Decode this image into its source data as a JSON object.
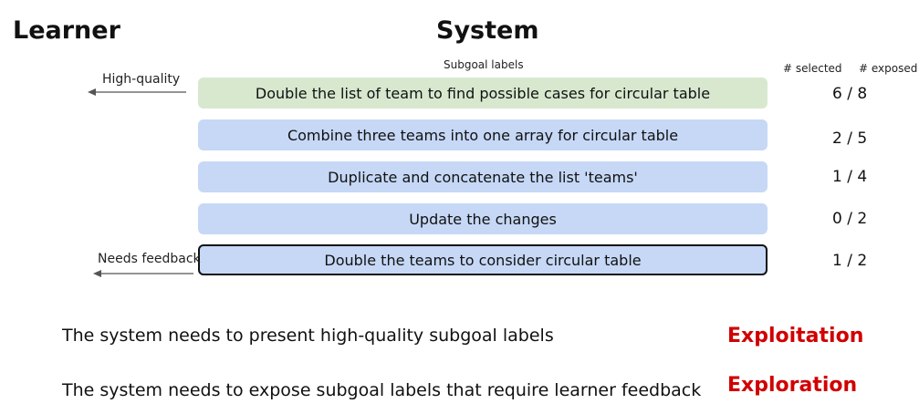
{
  "headings": {
    "learner": "Learner",
    "system": "System"
  },
  "columns": {
    "subgoal_labels": "Subgoal labels",
    "selected": "# selected",
    "exposed": "# exposed"
  },
  "subgoals": [
    {
      "label": "Double the list of team to find possible cases for circular table",
      "count": "6 / 8"
    },
    {
      "label": "Combine three teams into one array for circular table",
      "count": "2 / 5"
    },
    {
      "label": "Duplicate and concatenate the list 'teams'",
      "count": "1 / 4"
    },
    {
      "label": "Update the changes",
      "count": "0 / 2"
    },
    {
      "label": "Double the teams to consider circular table",
      "count": "1 / 2"
    }
  ],
  "arrows": {
    "high_quality": "High-quality",
    "needs_feedback": "Needs feedback"
  },
  "statements": [
    {
      "text": "The system needs to present high-quality subgoal labels",
      "tag": "Exploitation"
    },
    {
      "text": "The system needs to expose subgoal labels that require learner feedback",
      "tag": "Exploration"
    }
  ],
  "colors": {
    "high_quality_row": "#d7e8cf",
    "default_row": "#c6d8f6",
    "tag_red": "#d10000"
  }
}
